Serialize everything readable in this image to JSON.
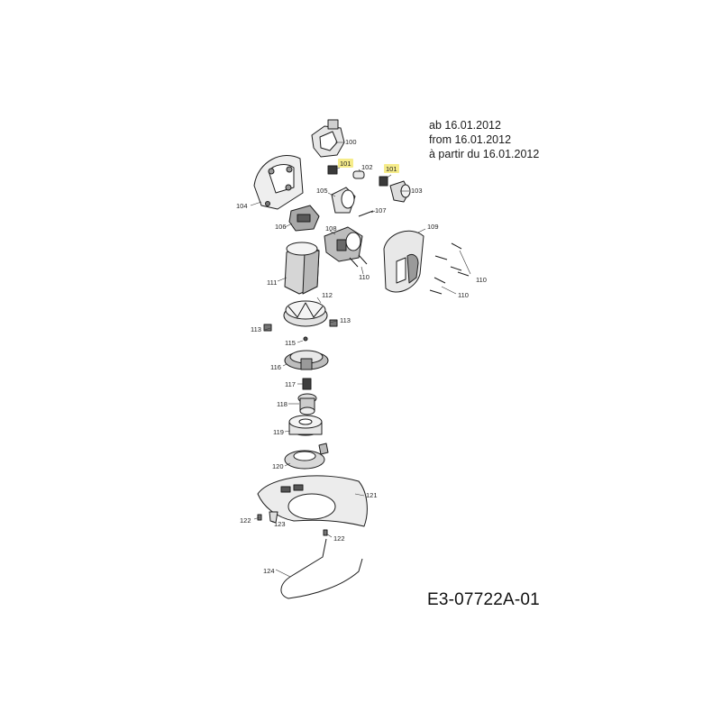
{
  "validity_note": [
    "ab 16.01.2012",
    "from 16.01.2012",
    "à partir du 16.01.2012"
  ],
  "drawing_code": "E3-07722A-01",
  "highlight_color": "#f6ec8a",
  "callouts": {
    "c100": "100",
    "c101a": "101",
    "c101b": "101",
    "c102": "102",
    "c103": "103",
    "c104": "104",
    "c105": "105",
    "c106": "106",
    "c107": "107",
    "c108": "108",
    "c109": "109",
    "c110a": "110",
    "c110b": "110",
    "c110c": "110",
    "c111": "111",
    "c112": "112",
    "c113a": "113",
    "c113b": "113",
    "c115": "115",
    "c116": "116",
    "c117": "117",
    "c118": "118",
    "c119": "119",
    "c120": "120",
    "c121": "121",
    "c122a": "122",
    "c122b": "122",
    "c123": "123",
    "c124": "124"
  }
}
